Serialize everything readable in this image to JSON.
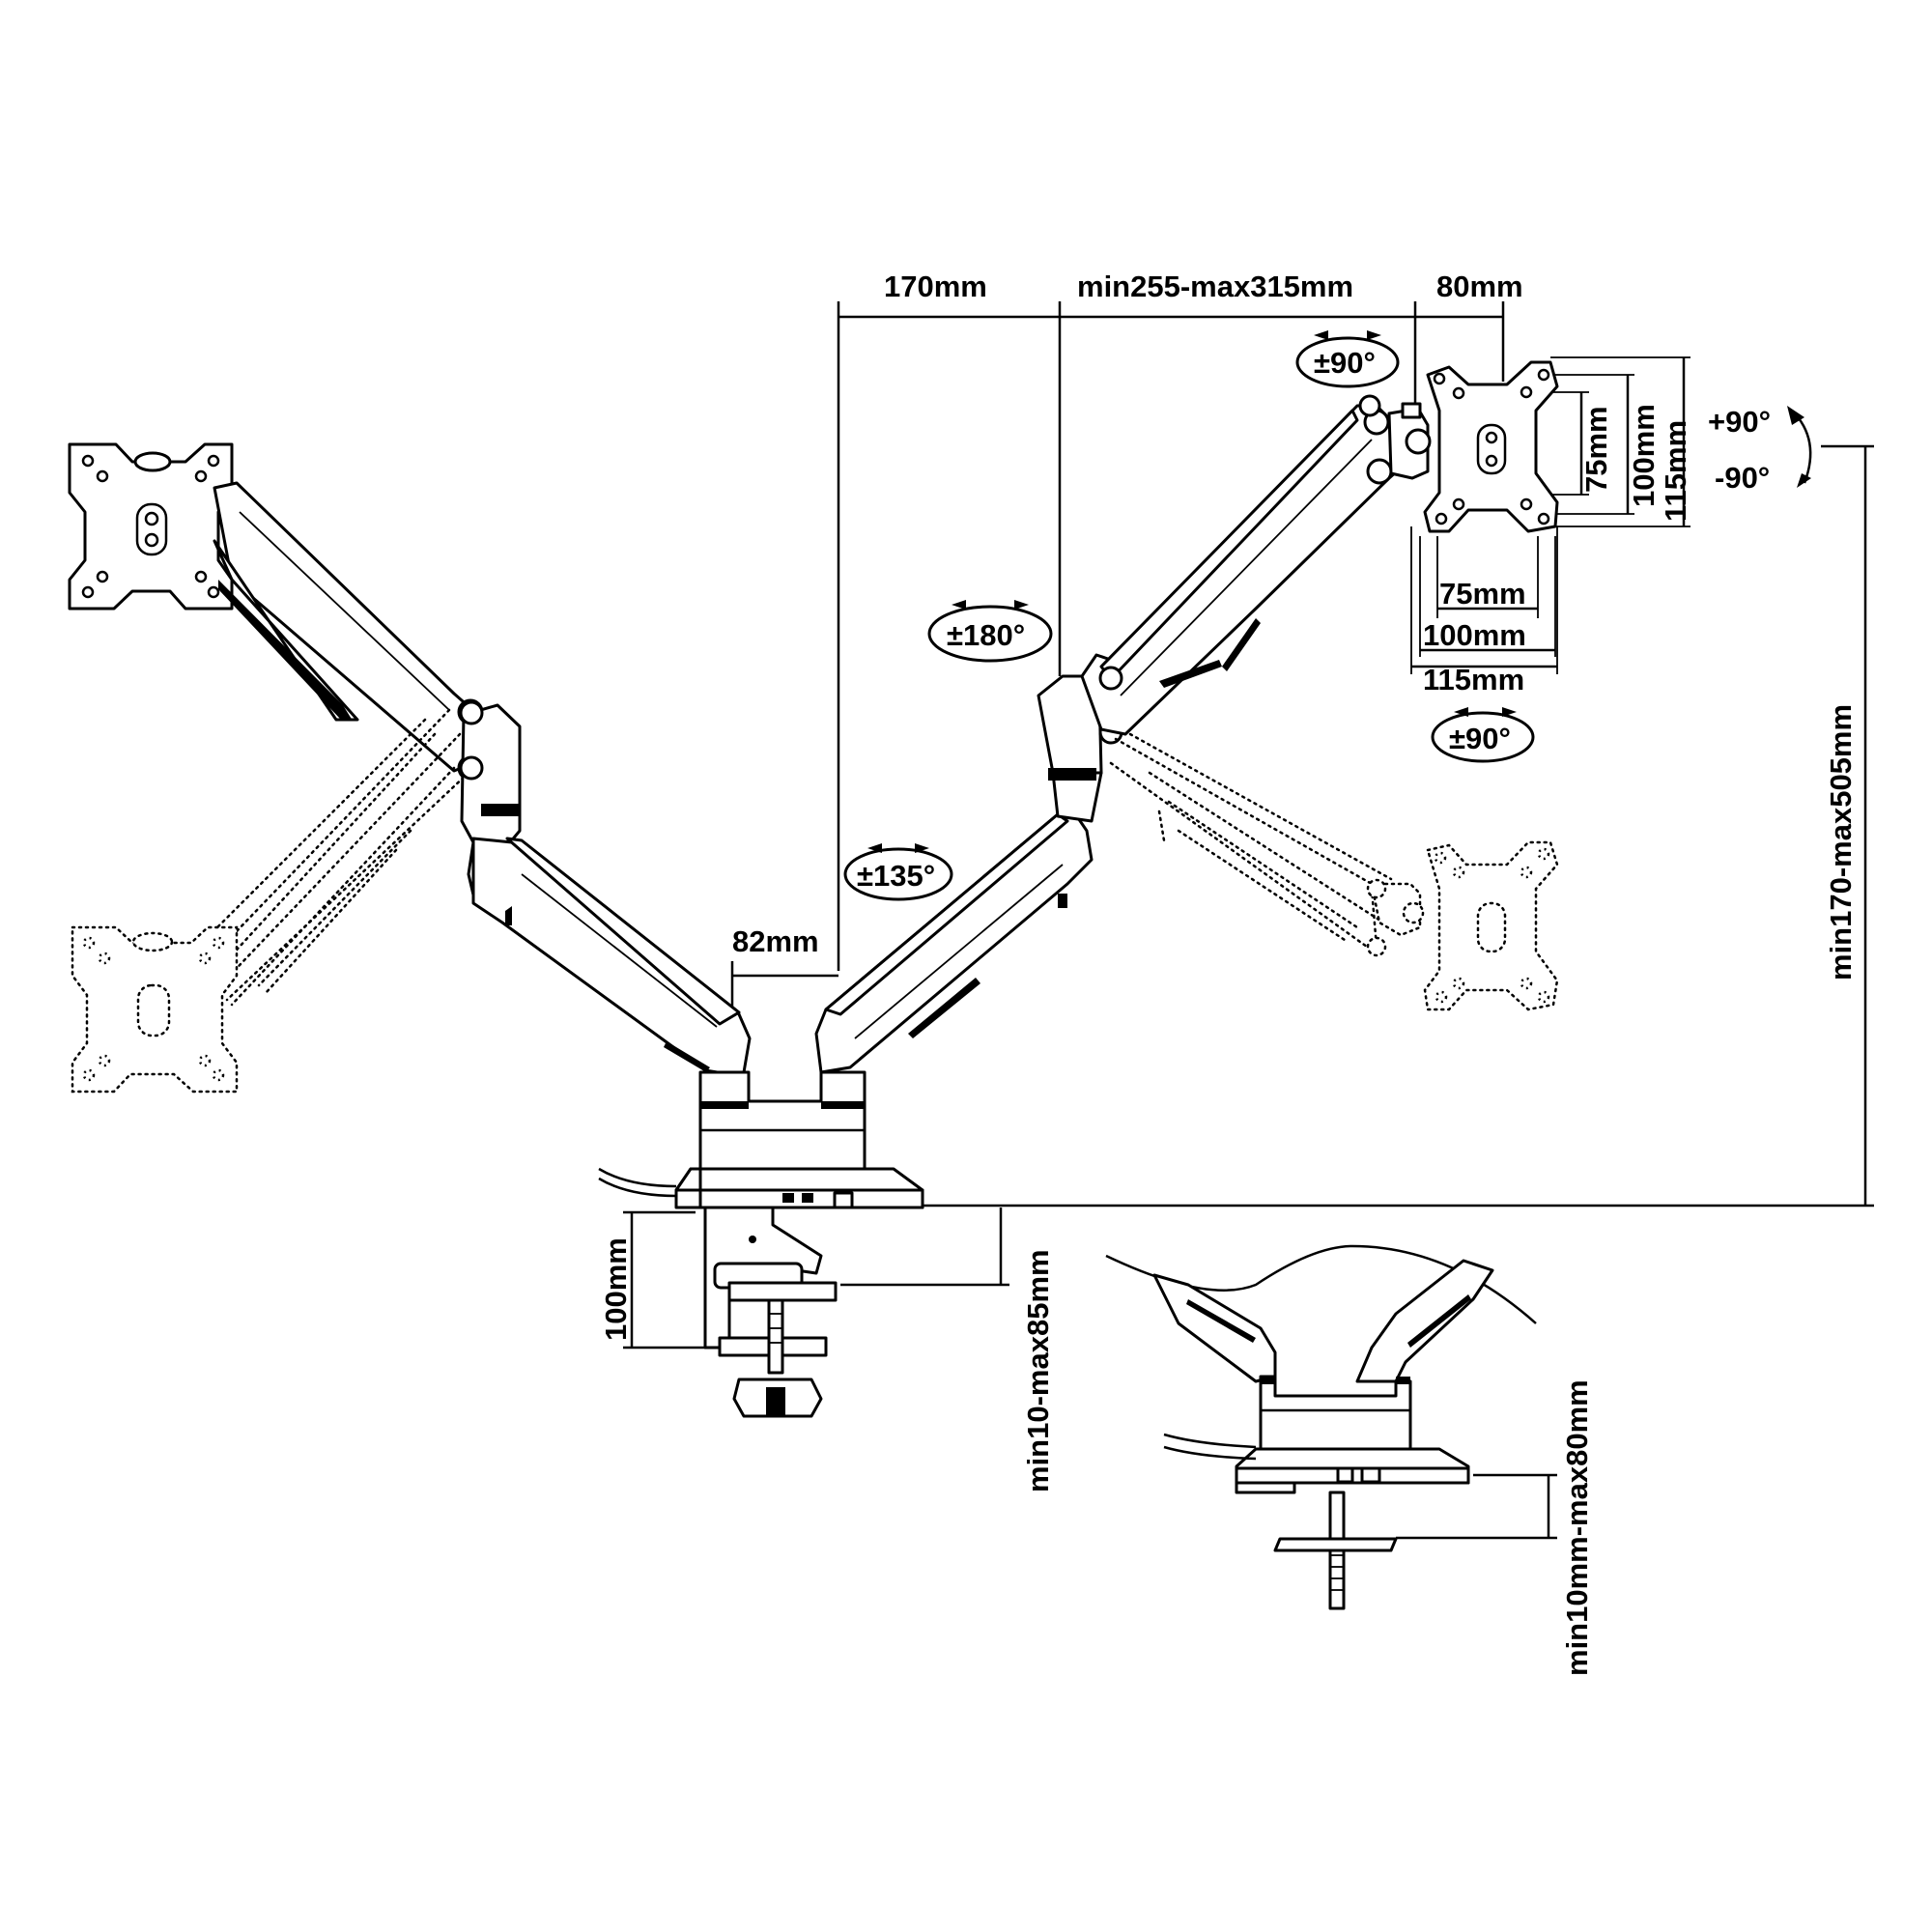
{
  "labels": {
    "arm_spacing": "170mm",
    "arm_reach": "min255-max315mm",
    "head_offset": "80mm",
    "pole_width": "82mm",
    "height_range": "min170-max505mm",
    "clamp_height": "100mm",
    "desk_thickness_clamp": "min10-max85mm",
    "desk_thickness_grommet": "min10mm-max80mm",
    "vesa_75_h": "75mm",
    "vesa_100_h": "100mm",
    "vesa_115_h": "115mm",
    "vesa_75_w": "75mm",
    "vesa_100_w": "100mm",
    "vesa_115_w": "115mm",
    "rotate_plus": "+90°",
    "rotate_minus": "-90°",
    "tilt_top": "±90°",
    "tilt_bottom": "±90°",
    "swivel_arm": "±180°",
    "swivel_base": "±135°"
  },
  "icons": {
    "rotation_arrow": "curved-double-arrow-icon",
    "swivel_badge": "rotation-badge-icon"
  }
}
